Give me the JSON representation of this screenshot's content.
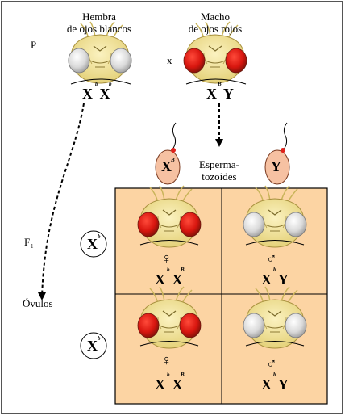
{
  "parents": {
    "generation": "P",
    "cross": "x",
    "female": {
      "title": "Hembra\nde ojos blancos",
      "genotype": "X X",
      "allele1": "b",
      "allele2": "b",
      "eye": "white"
    },
    "male": {
      "title": "Macho\nde ojos rojos",
      "genotype": "X Y",
      "allele1": "B"
    }
  },
  "gametes": {
    "sperm_label": "Esperma-\ntozoides",
    "sperm": [
      {
        "symbol": "X",
        "allele": "B"
      },
      {
        "symbol": "Y",
        "allele": ""
      }
    ],
    "egg_label": "Óvulos",
    "egg": {
      "symbol": "X",
      "allele": "b"
    }
  },
  "f1": {
    "generation": "F",
    "subscript": "1",
    "cells": [
      {
        "sex_symbol": "♀",
        "genotype": "X X",
        "allele1": "b",
        "allele2": "B",
        "eye": "red"
      },
      {
        "sex_symbol": "♂",
        "genotype": "X Y",
        "allele1": "b",
        "allele2": "",
        "eye": "white"
      },
      {
        "sex_symbol": "♀",
        "genotype": "X X",
        "allele1": "b",
        "allele2": "B",
        "eye": "red"
      },
      {
        "sex_symbol": "♂",
        "genotype": "X Y",
        "allele1": "b",
        "allele2": "",
        "eye": "white"
      }
    ]
  },
  "colors": {
    "punnett_fill": "#fcd4a3",
    "red_eye": "#e0211a",
    "white_eye": "#e8e8e8",
    "head": "#f3e49a",
    "sperm": "#f6c1a2"
  }
}
